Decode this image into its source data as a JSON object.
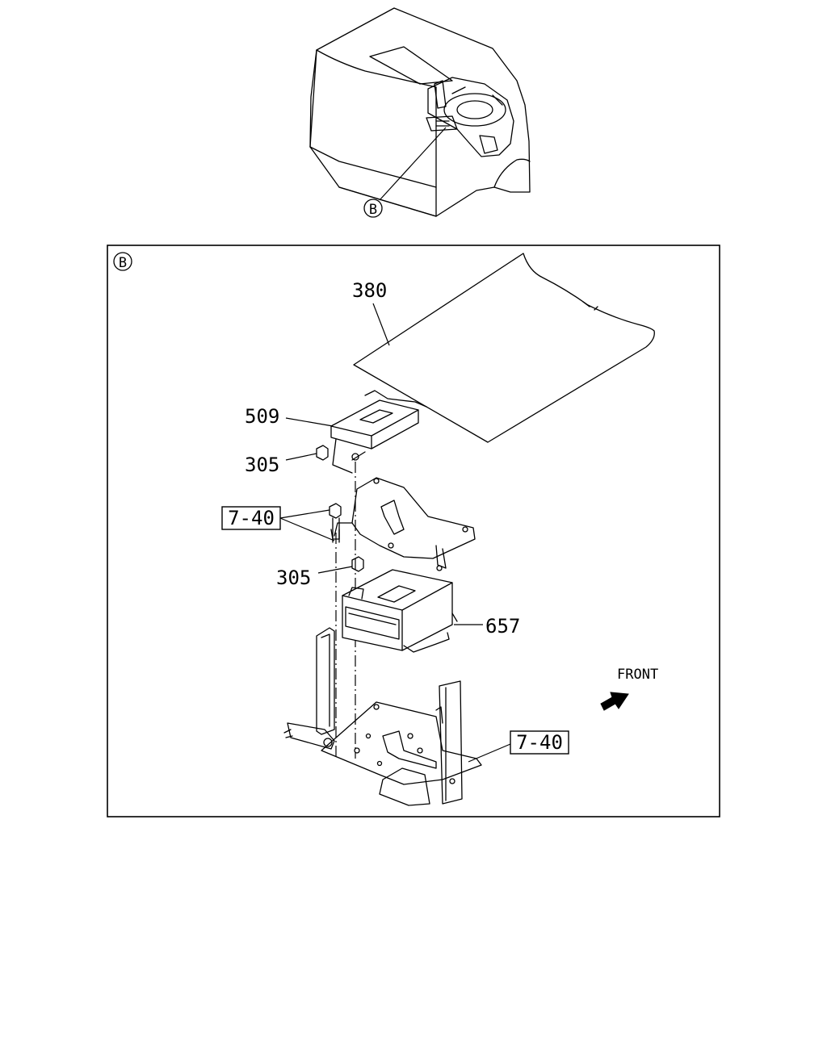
{
  "overview": {
    "view_marker": "B"
  },
  "detail": {
    "view_marker": "B",
    "front_label": "FRONT",
    "callouts": {
      "part_380": "380",
      "part_509": "509",
      "part_305_upper": "305",
      "ref_7_40_left": "7-40",
      "part_305_lower": "305",
      "part_657": "657",
      "ref_7_40_right": "7-40"
    }
  }
}
